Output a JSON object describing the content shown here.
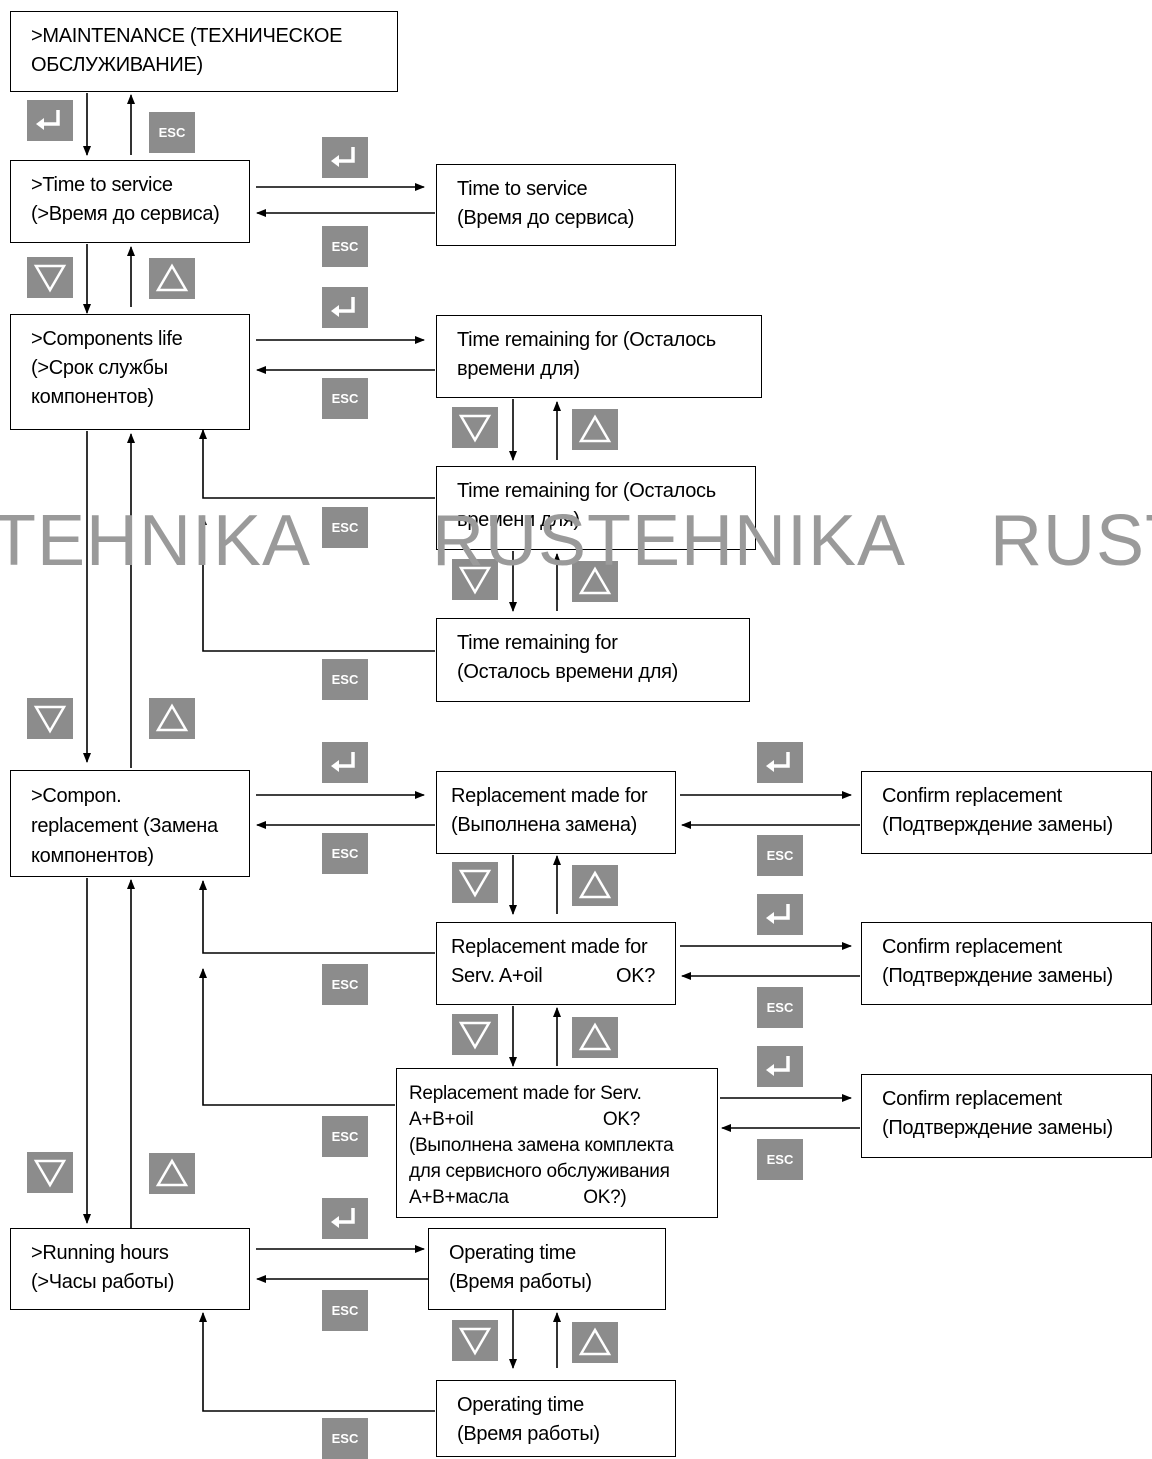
{
  "boxes": {
    "maintenance": ">MAINTENANCE (ТЕХНИЧЕСКОЕ\nОБСЛУЖИВАНИЕ)",
    "time_to_service_menu": ">Time to service\n(>Время до сервиса)",
    "time_to_service_screen": "Time to service\n(Время до сервиса)",
    "components_life_menu": ">Components life\n(>Срок службы\nкомпонентов)",
    "time_remaining_1": "Time remaining for (Осталось\nвремени для)",
    "time_remaining_2": "Time remaining for (Осталось\nвремени для)",
    "time_remaining_3": "Time remaining for\n(Осталось времени для)",
    "compon_replacement_menu": ">Compon.\nreplacement (Замена\nкомпонентов)",
    "replacement_made_1": "Replacement made for\n(Выполнена замена)",
    "replacement_made_2": "Replacement made for\nServ. A+oil              OK?",
    "replacement_made_3": "Replacement made for Serv.\nA+B+oil                          OK?\n(Выполнена замена комплекта\nдля сервисного обслуживания\nA+B+масла               OK?)",
    "confirm_1": "Confirm replacement\n(Подтверждение замены)",
    "confirm_2": "Confirm replacement\n(Подтверждение замены)",
    "confirm_3": "Confirm replacement\n(Подтверждение замены)",
    "running_hours_menu": ">Running hours\n(>Часы работы)",
    "operating_time_1": "Operating time\n(Время работы)",
    "operating_time_2": "Operating time\n(Время работы)"
  },
  "keys": {
    "esc_label": "ESC",
    "icons": [
      "enter-key-icon",
      "esc-key-icon",
      "down-key-icon",
      "up-key-icon"
    ]
  },
  "watermark": {
    "left": "TEHNIKA",
    "center": "RUSTEHNIKA",
    "right": "RUST"
  },
  "colors": {
    "key_fill": "#8c8c8c",
    "line": "#000000",
    "watermark": "#9a9a9a"
  }
}
